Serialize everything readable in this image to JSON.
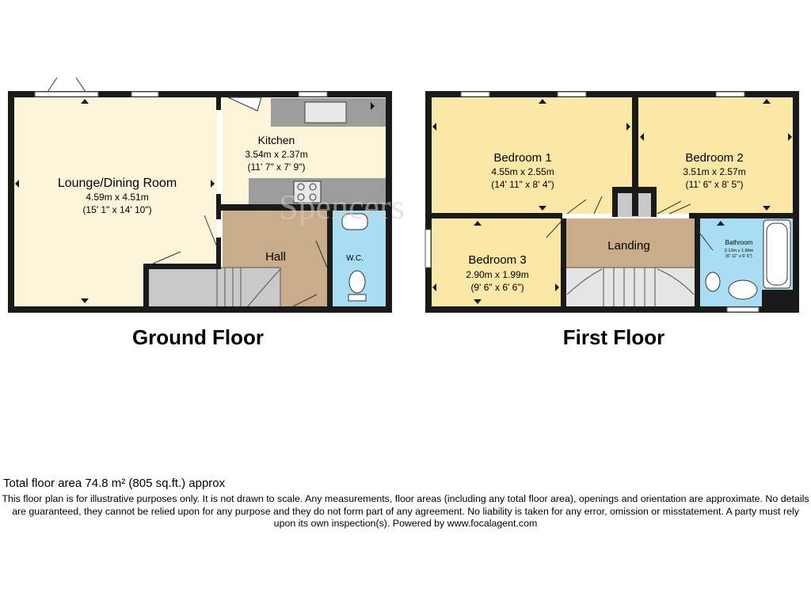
{
  "floors": {
    "ground": {
      "title": "Ground Floor"
    },
    "first": {
      "title": "First Floor"
    }
  },
  "rooms": {
    "lounge": {
      "name": "Lounge/Dining Room",
      "metric": "4.59m x 4.51m",
      "imperial": "(15' 1\" x 14' 10\")"
    },
    "kitchen": {
      "name": "Kitchen",
      "metric": "3.54m x 2.37m",
      "imperial": "(11' 7\" x 7' 9\")"
    },
    "hall": {
      "name": "Hall"
    },
    "wc": {
      "name": "W.C."
    },
    "bedroom1": {
      "name": "Bedroom 1",
      "metric": "4.55m x 2.55m",
      "imperial": "(14' 11\" x 8' 4\")"
    },
    "bedroom2": {
      "name": "Bedroom 2",
      "metric": "3.51m x 2.57m",
      "imperial": "(11' 6\" x 8' 5\")"
    },
    "bedroom3": {
      "name": "Bedroom 3",
      "metric": "2.90m x 1.99m",
      "imperial": "(9' 6\" x 6' 6\")"
    },
    "landing": {
      "name": "Landing"
    },
    "bathroom": {
      "name": "Bathroom",
      "metric": "2.12m x 1.99m",
      "imperial": "(6' 11\" x 6' 6\")"
    }
  },
  "watermark": "Spencers",
  "footer": {
    "total_area": "Total floor area 74.8 m² (805 sq.ft.) approx",
    "disclaimer": "This floor plan is for illustrative purposes only. It is not drawn to scale. Any measurements, floor areas (including any total floor area), openings and orientation are approximate. No details are guaranteed, they cannot be relied upon for any purpose and they do not form part of any agreement. No liability is taken for any error, omission or misstatement. A party must rely upon its own inspection(s). Powered by www.focalagent.com"
  },
  "colors": {
    "living": "#fdf5da",
    "bedroom": "#fbe8a6",
    "hall": "#c9ad8b",
    "wet": "#a9ddf3",
    "stairs": "#c9c9c9",
    "wall": "#1a1a1a"
  }
}
